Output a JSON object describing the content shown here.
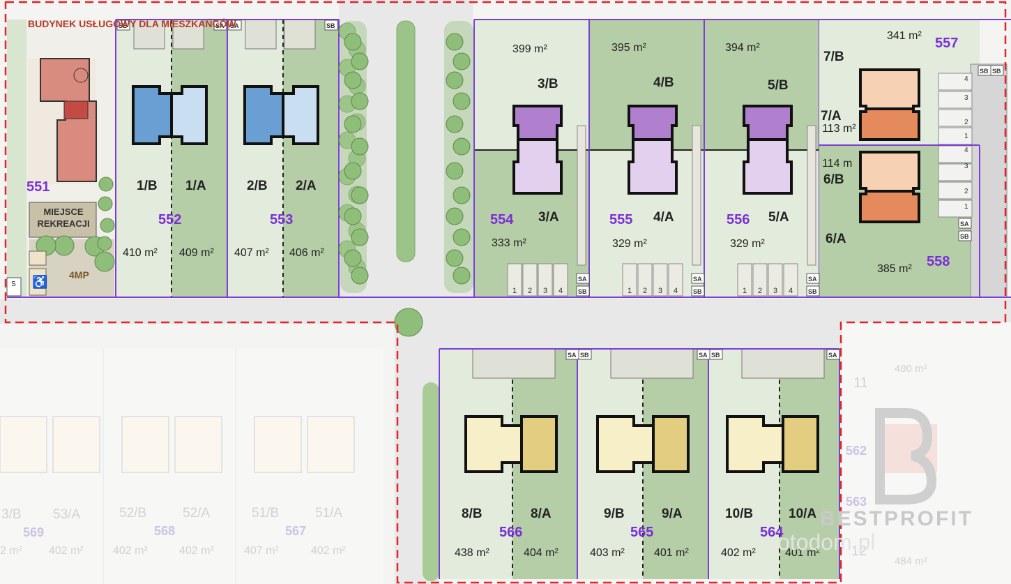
{
  "lots": [
    {
      "id": "551",
      "label": "551"
    },
    {
      "id": "552",
      "label": "552",
      "units": [
        {
          "name": "1/B",
          "area": "410 m²"
        },
        {
          "name": "1/A",
          "area": "409 m²"
        }
      ]
    },
    {
      "id": "553",
      "label": "553",
      "units": [
        {
          "name": "2/B",
          "area": "407 m²"
        },
        {
          "name": "2/A",
          "area": "406 m²"
        }
      ]
    },
    {
      "id": "554",
      "label": "554",
      "units": [
        {
          "name": "3/B",
          "area": "399 m²"
        },
        {
          "name": "3/A",
          "area": "333 m²"
        }
      ]
    },
    {
      "id": "555",
      "label": "555",
      "units": [
        {
          "name": "4/B",
          "area": "395 m²"
        },
        {
          "name": "4/A",
          "area": "329 m²"
        }
      ]
    },
    {
      "id": "556",
      "label": "556",
      "units": [
        {
          "name": "5/B",
          "area": "394 m²"
        },
        {
          "name": "5/A",
          "area": "329 m²"
        }
      ]
    },
    {
      "id": "557",
      "label": "557",
      "units": [
        {
          "name": "7/B",
          "area": "341 m²"
        },
        {
          "name": "7/A",
          "area": "113 m²"
        }
      ]
    },
    {
      "id": "558",
      "label": "558",
      "units": [
        {
          "name": "6/B",
          "area": "114 m"
        },
        {
          "name": "6/A",
          "area": "385 m²"
        }
      ]
    },
    {
      "id": "566",
      "label": "566",
      "units": [
        {
          "name": "8/B",
          "area": "438 m²"
        },
        {
          "name": "8/A",
          "area": "404 m²"
        }
      ]
    },
    {
      "id": "565",
      "label": "565",
      "units": [
        {
          "name": "9/B",
          "area": "403 m²"
        },
        {
          "name": "9/A",
          "area": "401 m²"
        }
      ]
    },
    {
      "id": "564",
      "label": "564",
      "units": [
        {
          "name": "10/B",
          "area": "402 m²"
        },
        {
          "name": "10/A",
          "area": "401 m²"
        }
      ]
    }
  ],
  "service_building": "BUDYNEK USŁUGOWY DLA MIESZKAŃCÓW",
  "recreation_area": "MIEJSCE REKREACJI",
  "parking_label": "4MP",
  "small_labels": {
    "s": "S",
    "sa": "SA",
    "sb": "SB"
  },
  "parking_numbers": [
    "1",
    "2",
    "3",
    "4"
  ],
  "faded_neighbors": {
    "units": [
      "3/B",
      "53/A",
      "52/B",
      "52/A",
      "51/B",
      "51/A"
    ],
    "numbers": [
      "569",
      "568",
      "567"
    ],
    "areas": [
      "2 m²",
      "402 m²",
      "402 m²",
      "402 m²",
      "407 m²",
      "402 m²"
    ],
    "right_side": [
      "11",
      "480 m²",
      "562",
      "563",
      "12",
      "484 m²"
    ]
  },
  "branding": {
    "name": "BESTPROFIT",
    "watermark": "otodom.pl"
  },
  "colors": {
    "lot_light": "#e2ebdc",
    "lot_dark": "#b6cea8",
    "road": "#e8e8e8",
    "boundary_purple": "#7d3ed6",
    "dashed_red": "#e0252c",
    "house_blue_dark": "#6a9fd4",
    "house_blue_light": "#c9def0",
    "house_purple_dark": "#b07fcd",
    "house_purple_light": "#e3d0ef",
    "house_orange_dark": "#e58a5c",
    "house_orange_light": "#f6d1b4",
    "house_yellow_dark": "#e2cd80",
    "house_yellow_light": "#f7efc8",
    "service_building": "#d98b80",
    "trees": "#8fbd7a"
  }
}
